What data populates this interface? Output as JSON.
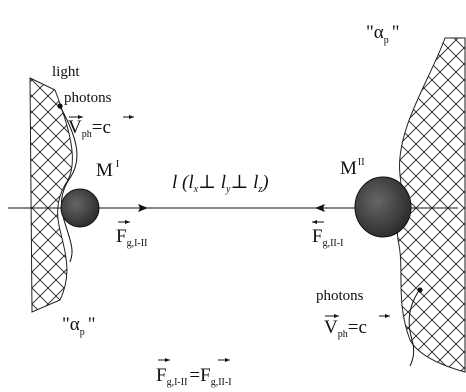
{
  "diagram": {
    "left_alpha": "\"α",
    "left_alpha_sub": "p",
    "left_alpha_close": "\"",
    "right_alpha": "\"α",
    "right_alpha_sub": "p",
    "right_alpha_close": "\"",
    "light_label": "light",
    "photons_left": "photons",
    "photons_right": "photons",
    "v_ph_left": "V",
    "v_ph_left_sub": "ph",
    "v_ph_left_eq": "=c",
    "v_ph_right": "V",
    "v_ph_right_sub": "ph",
    "v_ph_right_eq": "=c",
    "mass_left": "M",
    "mass_left_sup": "I",
    "mass_right": "M",
    "mass_right_sup": "II",
    "distance_label": "l (l",
    "distance_x": "x",
    "distance_perp1": "⊥ l",
    "distance_y": "y",
    "distance_perp2": "⊥ l",
    "distance_z": "z",
    "distance_close": ")",
    "force_left": "F",
    "force_left_sub": "g,I-II",
    "force_right": "F",
    "force_right_sub": "g,II-I",
    "eq_left": "F",
    "eq_left_sub": "g,I-II",
    "eq_sign": "=F",
    "eq_right_sub": "g,II-I"
  }
}
